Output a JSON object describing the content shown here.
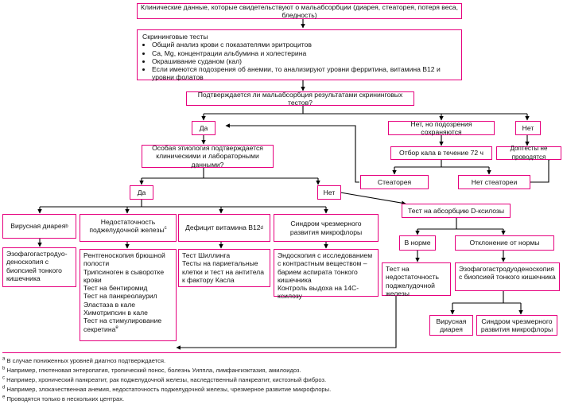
{
  "top_box": {
    "text": "Клинические данные, которые свидетельствуют о мальабсорбции (диарея, стеаторея, потеря веса, бледность)"
  },
  "screening": {
    "title": "Скрининговые тесты",
    "items": [
      "Общий анализ крови с показателями эритроцитов",
      "Ca, Mg, концентрации альбумина и холестерина",
      "Окрашивание суданом (кал)",
      "Если имеются подозрения об анемии, то анализируют уровни ферритина, витамина B12 и уровни фолатов"
    ]
  },
  "question1": {
    "text": "Подтверждается ли мальабсорбция результатами скрининговых тестов?"
  },
  "da1": {
    "text": "Да"
  },
  "no_suspect": {
    "text": "Нет, но подозрения сохраняются"
  },
  "net1": {
    "text": "Нет"
  },
  "stool": {
    "text": "Отбор кала в течение 72 ч"
  },
  "no_further": {
    "text": "Доптесты не проводятся"
  },
  "question2": {
    "text": "Особая этиология подтверждается клиническими и лабораторными данными?"
  },
  "steatorrhea": {
    "text": "Стеаторея"
  },
  "no_steatorrhea": {
    "text": "Нет стеатореи"
  },
  "da2": {
    "text": "Да"
  },
  "net2": {
    "text": "Нет"
  },
  "dxylose": {
    "text": "Тест на абсорбцию D-ксилозы"
  },
  "viral1": {
    "text": "Вирусная диарея"
  },
  "pancreatic": {
    "title": "Недостаточность поджелудочной железы"
  },
  "b12": {
    "title": "Дефицит витамина B12"
  },
  "sibo": {
    "title": "Синдром чрезмерного развития микрофлоры"
  },
  "normal": {
    "text": "В норме"
  },
  "abnormal": {
    "text": "Отклонение от нормы"
  },
  "egds1": {
    "text": "Эзофагогастродуо-деноскопия с биопсией тонкого кишечника"
  },
  "panc_tests": {
    "lines": [
      "Рентгеноскопия брюшной полости",
      "Трипсиноген в сыворотке крови",
      "Тест на бентиромид",
      "Тест на панкреолаурил",
      "Эластаза в кале",
      "Химотрипсин в кале",
      "Тест на стимулирование секретина"
    ]
  },
  "b12_tests": {
    "lines": [
      "Тест Шиллинга",
      "Тесты на париетальные клетки и тест на антитела к фактору Касла"
    ]
  },
  "sibo_tests": {
    "lines": [
      "Эндоскопия с исследованием с контрастным веществом – барием аспирата тонкого кишечника",
      "Контроль выдоха на 14С-ксилозу"
    ]
  },
  "test_panc": {
    "text": "Тест на недостаточность поджелудочной железы"
  },
  "egds2": {
    "text": "Эзофагогастродуоденоскопия с биопсией тонкого кишечника"
  },
  "viral2": {
    "text": "Вирусная диарея"
  },
  "sibo2": {
    "text": "Синдром чрезмерного развития микрофлоры"
  },
  "footnotes": [
    "В случае пониженных уровней диагноз подтверждается.",
    "Например, глютеновая энтеропатия, тропический понос, болезнь Уиппла, лимфангиэктазия, амилоидоз.",
    "Например, хронический панкреатит, рак поджелудочной железы, наследственный панкреатит, кистозный фиброз.",
    "Например, злокачественная анемия, недостаточность поджелудочной железы, чрезмерное развитие микрофлоры.",
    "Проводятся только в нескольких центрах."
  ],
  "footnote_marks": [
    "a",
    "b",
    "c",
    "d",
    "e"
  ],
  "colors": {
    "border": "#e6007e",
    "line": "#000000"
  }
}
